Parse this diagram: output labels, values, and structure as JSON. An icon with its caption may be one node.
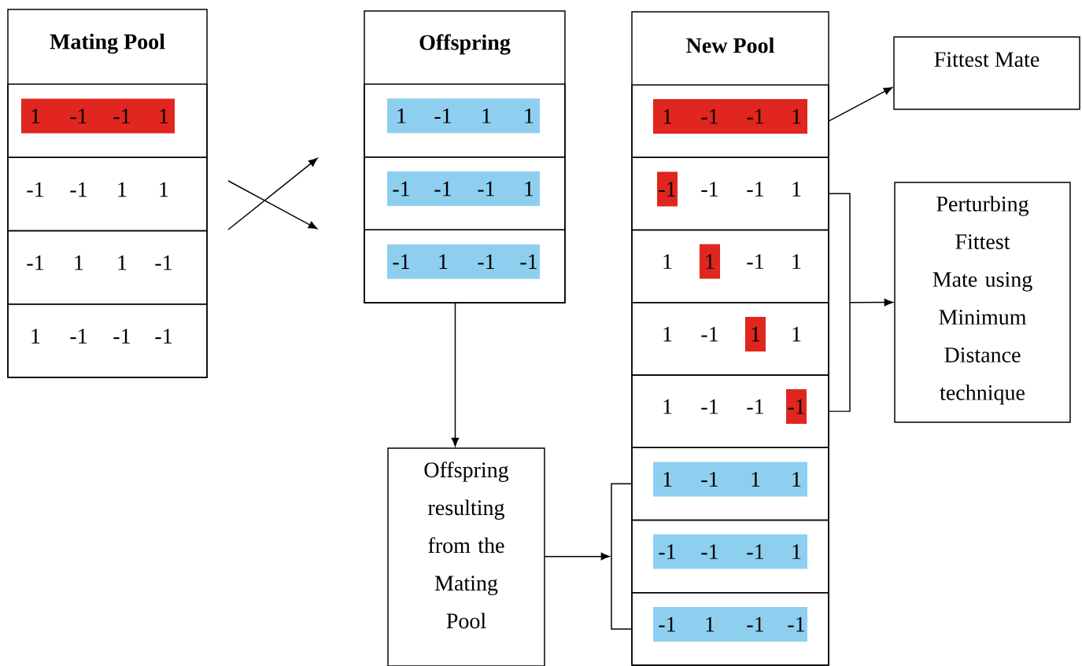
{
  "diagram": {
    "nodes": [
      {
        "text": [
          "Mating Pool"
        ]
      },
      {
        "text": [
          "1",
          "-1",
          "-1",
          "1"
        ],
        "in": 0
      },
      {
        "text": [
          "-1",
          "-1",
          "1",
          "1"
        ],
        "in": 0
      },
      {
        "text": [
          "-1",
          "1",
          "1",
          "-1"
        ],
        "in": 0
      },
      {
        "text": [
          "1",
          "-1",
          "-1",
          "-1"
        ],
        "in": 0
      },
      {
        "text": [
          "Offspring"
        ]
      },
      {
        "text": [
          "1",
          "-1",
          "1",
          "1"
        ],
        "in": 5
      },
      {
        "text": [
          "-1",
          "-1",
          "-1",
          "1"
        ],
        "in": 5
      },
      {
        "text": [
          "-1",
          "1",
          "-1",
          "-1"
        ],
        "in": 5
      },
      {
        "text": [
          "New Pool"
        ]
      },
      {
        "text": [
          "1",
          "-1",
          "-1",
          "1"
        ],
        "in": 9
      },
      {
        "text": [
          "-1",
          "-1",
          "-1",
          "1"
        ],
        "in": 9
      },
      {
        "text": [
          "1",
          "1",
          "-1",
          "1"
        ],
        "in": 9
      },
      {
        "text": [
          "1",
          "-1",
          "1",
          "1"
        ],
        "in": 9
      },
      {
        "text": [
          "1",
          "-1",
          "-1",
          "-1"
        ],
        "in": 9
      },
      {
        "text": [
          "1",
          "-1",
          "1",
          "1"
        ],
        "in": 9
      },
      {
        "text": [
          "-1",
          "-1",
          "-1",
          "1"
        ],
        "in": 9
      },
      {
        "text": [
          "-1",
          "1",
          "-1",
          "-1"
        ],
        "in": 9
      },
      {
        "text": [
          "Fittest Mate"
        ]
      },
      {
        "text": [
          "Perturbing Fittest Mate using Minimum Distance technique"
        ]
      },
      {
        "text": [
          "Offspring resulting from the Mating Pool"
        ]
      },
      {
        "text": [],
        "shape": "bracket"
      },
      {
        "text": [],
        "shape": "bracket"
      }
    ],
    "edges": [
      {
        "from": 0,
        "to": 5,
        "arrow": "to"
      },
      {
        "from": 0,
        "to": 5,
        "arrow": "to"
      },
      {
        "from": 5,
        "to": 20,
        "arrow": "to"
      },
      {
        "from": 20,
        "to": 22,
        "arrow": "to"
      },
      {
        "from": 10,
        "to": 18,
        "arrow": "to"
      },
      {
        "from": 21,
        "to": 19,
        "arrow": "to"
      }
    ]
  }
}
